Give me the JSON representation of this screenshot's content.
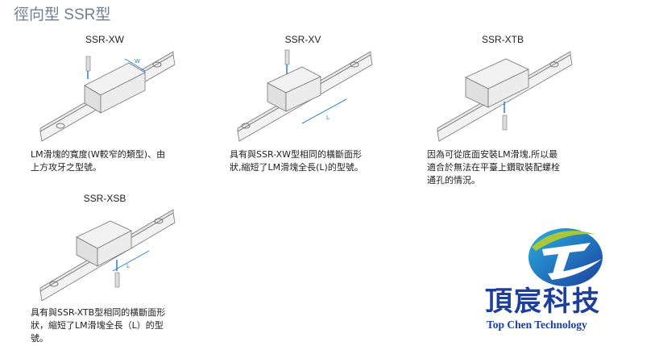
{
  "page_title": "徑向型 SSR型",
  "items": [
    {
      "model": "SSR-XW",
      "description_lines": [
        "LM滑塊的寬度(W較窄的類型)、由",
        "上方攻牙之型號。"
      ],
      "dimension": "W"
    },
    {
      "model": "SSR-XV",
      "description_lines": [
        "具有與SSR-XW型相同的橫斷面形",
        "狀,縮短了LM滑塊全長(L)的型號。"
      ],
      "dimension": "L"
    },
    {
      "model": "SSR-XTB",
      "description_lines": [
        "因為可從底面安裝LM滑塊,所以最",
        "適合於無法在平臺上鑽取裝配螺栓",
        "通孔的情況。"
      ]
    },
    {
      "model": "SSR-XSB",
      "description_lines": [
        "具有與SSR-XTB型相同的橫斷面形",
        "狀，縮短了LM滑塊全長（L）的型",
        "號。"
      ],
      "dimension": "L"
    }
  ],
  "logo": {
    "name_cn": "頂宸科技",
    "name_en": "Top Chen Technology",
    "blue": "#1c3f9e",
    "green": "#a8c83a"
  }
}
